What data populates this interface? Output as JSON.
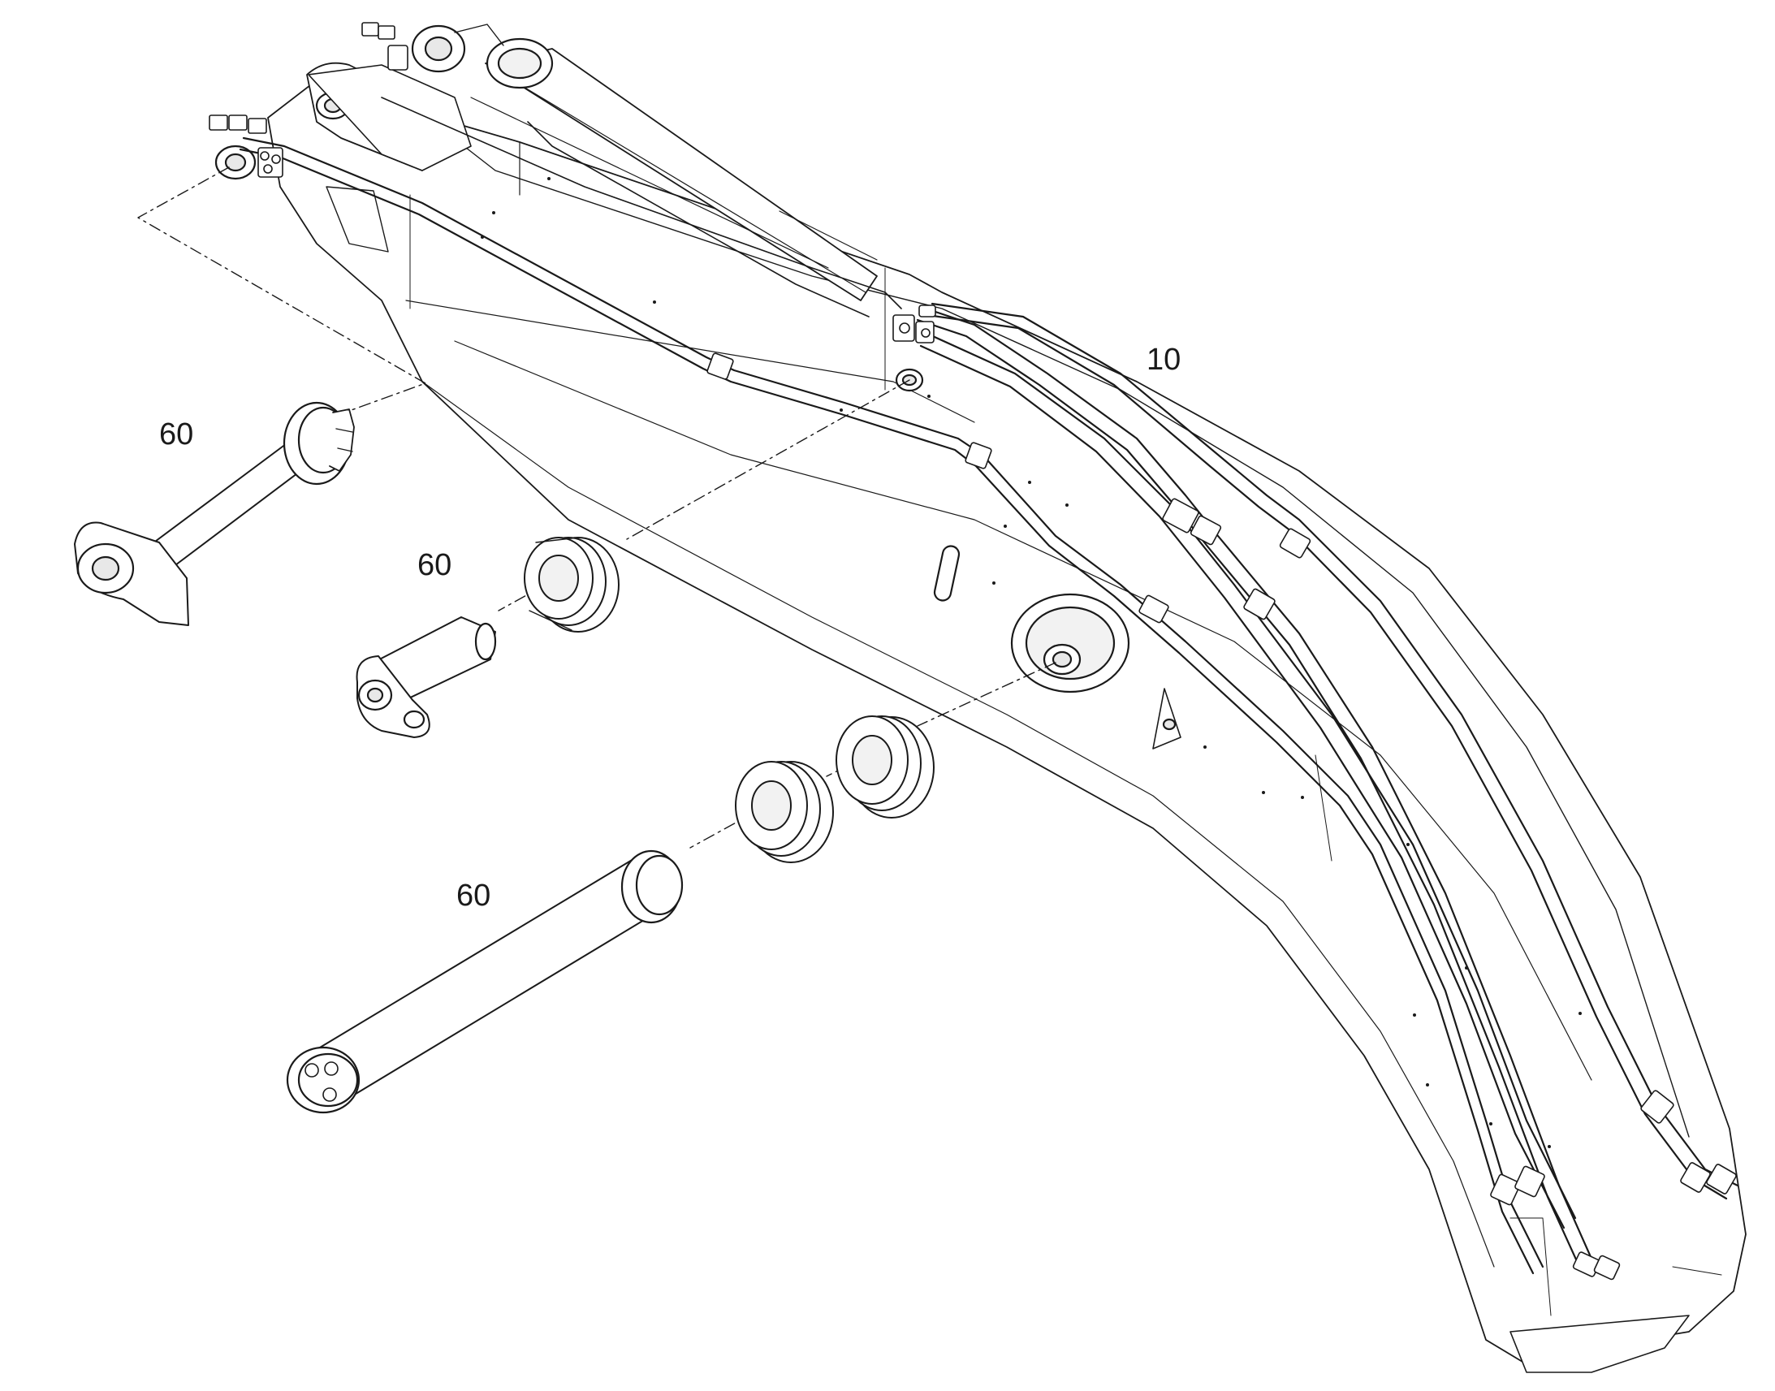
{
  "callouts": {
    "boom_hose_assembly": "10",
    "top_pin": "60",
    "middle_pin": "60",
    "lower_pin": "60"
  },
  "colors": {
    "line": "#1a1a1a",
    "fill": "#ffffff",
    "shade": "#e8e8e8"
  }
}
